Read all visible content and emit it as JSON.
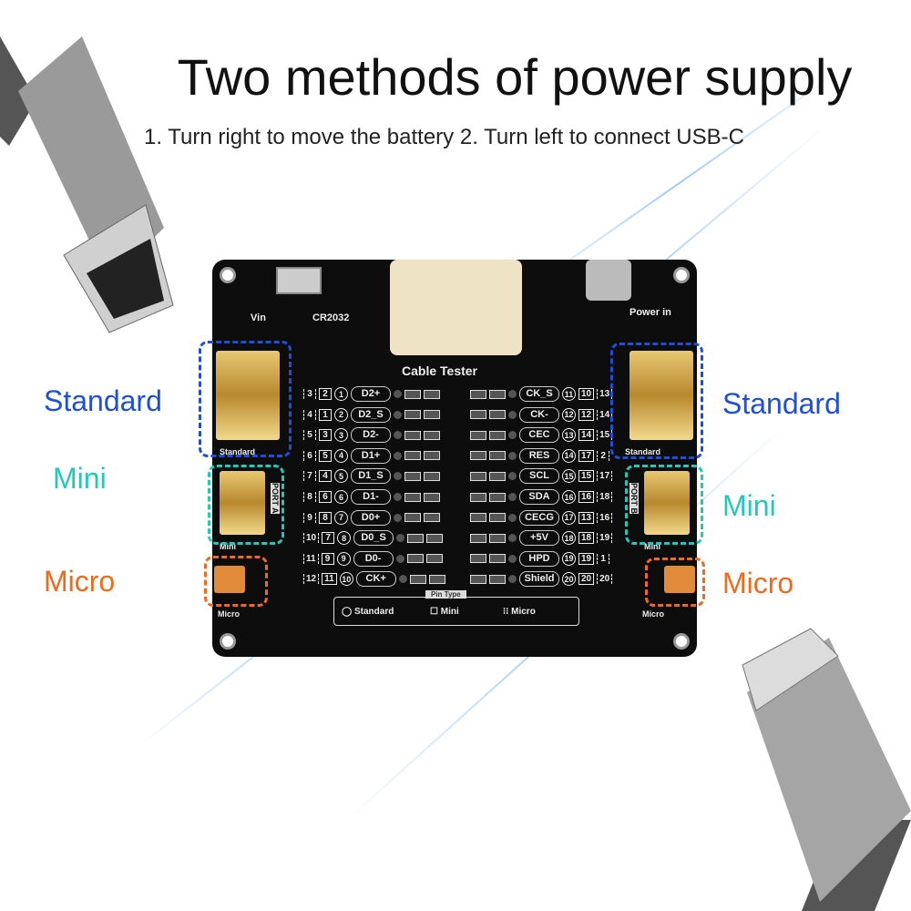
{
  "title": "Two methods of power supply",
  "subtitle": "1. Turn right to move the battery  2. Turn left to connect USB-C",
  "board": {
    "vin": "Vin",
    "battery": "CR2032",
    "power_in": "Power in",
    "name": "Cable Tester",
    "port_a": "PORT A",
    "port_b": "PORT B",
    "standard_silk": "Standard",
    "mini_silk": "Mini",
    "micro_silk": "Micro",
    "legend_title": "Pin Type",
    "legend": [
      "Standard",
      "Mini",
      "Micro"
    ],
    "left_pins": [
      [
        "3",
        "2",
        "1",
        "D2+"
      ],
      [
        "4",
        "1",
        "2",
        "D2_S"
      ],
      [
        "5",
        "3",
        "3",
        "D2-"
      ],
      [
        "6",
        "5",
        "4",
        "D1+"
      ],
      [
        "7",
        "4",
        "5",
        "D1_S"
      ],
      [
        "8",
        "6",
        "6",
        "D1-"
      ],
      [
        "9",
        "8",
        "7",
        "D0+"
      ],
      [
        "10",
        "7",
        "8",
        "D0_S"
      ],
      [
        "11",
        "9",
        "9",
        "D0-"
      ],
      [
        "12",
        "11",
        "10",
        "CK+"
      ]
    ],
    "right_pins": [
      [
        "CK_S",
        "11",
        "10",
        "13"
      ],
      [
        "CK-",
        "12",
        "12",
        "14"
      ],
      [
        "CEC",
        "13",
        "14",
        "15"
      ],
      [
        "RES",
        "14",
        "17",
        "2"
      ],
      [
        "SCL",
        "15",
        "15",
        "17"
      ],
      [
        "SDA",
        "16",
        "16",
        "18"
      ],
      [
        "CECG",
        "17",
        "13",
        "16"
      ],
      [
        "+5V",
        "18",
        "18",
        "19"
      ],
      [
        "HPD",
        "19",
        "19",
        "1"
      ],
      [
        "Shield",
        "20",
        "20",
        "20"
      ]
    ]
  },
  "labels": {
    "standard": "Standard",
    "mini": "Mini",
    "micro": "Micro"
  },
  "colors": {
    "standard": "#1e4fd8",
    "mini": "#22c9b8",
    "micro": "#f06a1c"
  }
}
